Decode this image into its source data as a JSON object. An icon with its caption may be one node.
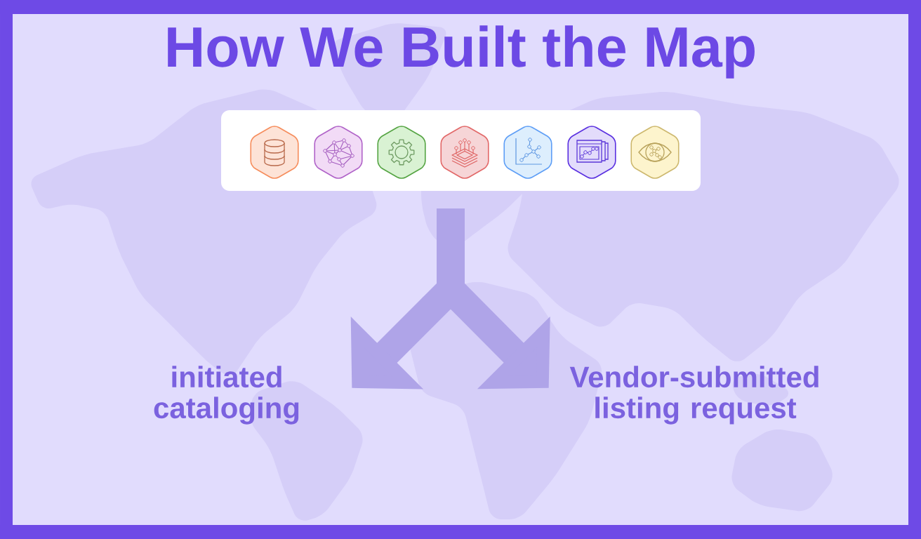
{
  "diagram": {
    "title": "How We Built the Map",
    "nodes": [
      {
        "text": [],
        "shape": "box"
      },
      {
        "text": [
          "initiated cataloging"
        ]
      },
      {
        "text": [
          "Vendor-submitted listing request"
        ]
      }
    ],
    "edges": [
      {
        "from": 0,
        "to": 1,
        "arrow": "to"
      },
      {
        "from": 0,
        "to": 2,
        "arrow": "to"
      }
    ]
  }
}
